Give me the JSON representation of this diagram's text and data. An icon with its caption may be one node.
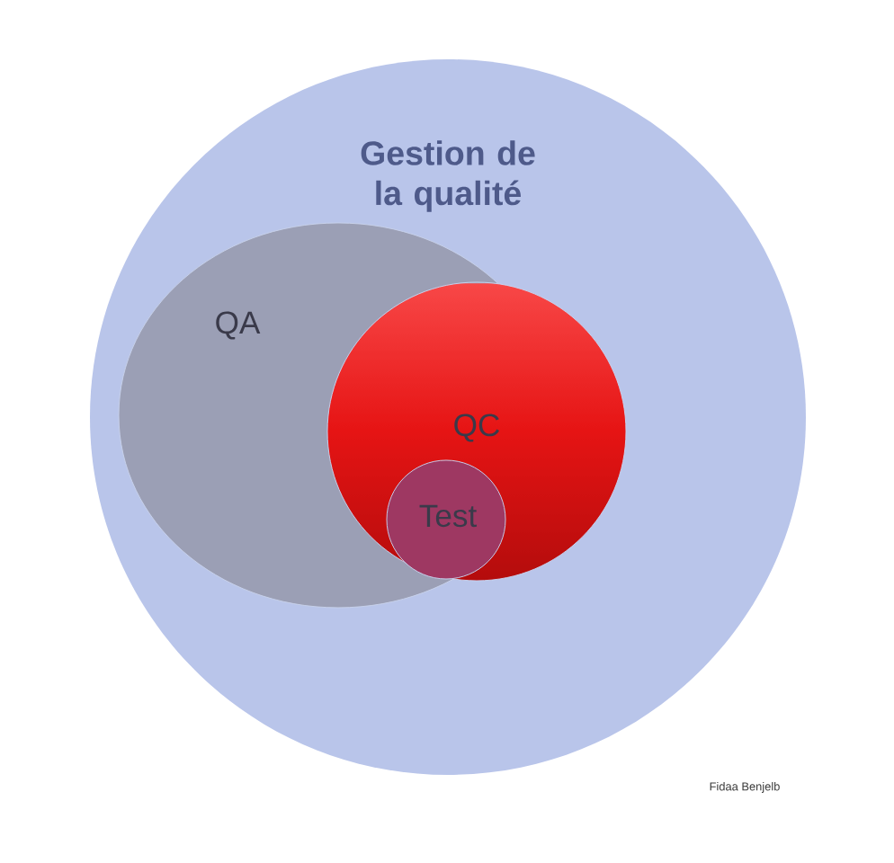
{
  "diagram": {
    "nodes": [
      {
        "text": [
          "Gestion de la qualité"
        ]
      },
      {
        "text": [
          "QA"
        ],
        "in": 0
      },
      {
        "text": [
          "QC"
        ],
        "in": 0
      },
      {
        "text": [
          "Test"
        ]
      }
    ],
    "labels": [
      "Fidaa Benjelb"
    ]
  }
}
